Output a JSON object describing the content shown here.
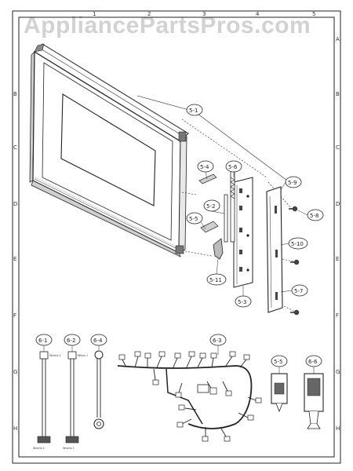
{
  "watermark": "AppliancePartsPros.com",
  "border": {
    "top": [
      "1",
      "2",
      "3",
      "4",
      "5"
    ],
    "left": [
      "B",
      "C",
      "D",
      "E",
      "F",
      "G",
      "H"
    ],
    "right": [
      "A",
      "B",
      "C",
      "D",
      "E",
      "F",
      "G",
      "H"
    ]
  },
  "callouts": {
    "s1": "5-1",
    "s2": "5-2",
    "s3": "5-3",
    "s4": "5-4",
    "s5": "5-5",
    "s6": "5-6",
    "s7": "5-7",
    "s8": "5-8",
    "s9": "5-9",
    "s10": "5-10",
    "s11": "5-11",
    "b1": "6-1",
    "b2": "6-2",
    "b3": "6-3",
    "b4": "6-4",
    "b5": "5-5",
    "b6": "6-6"
  },
  "wire_tags": {
    "w1a": "Wcons 1",
    "w1b": "Wcons 1",
    "w2a": "Wbus 1",
    "w2b": "Wcons 1"
  }
}
